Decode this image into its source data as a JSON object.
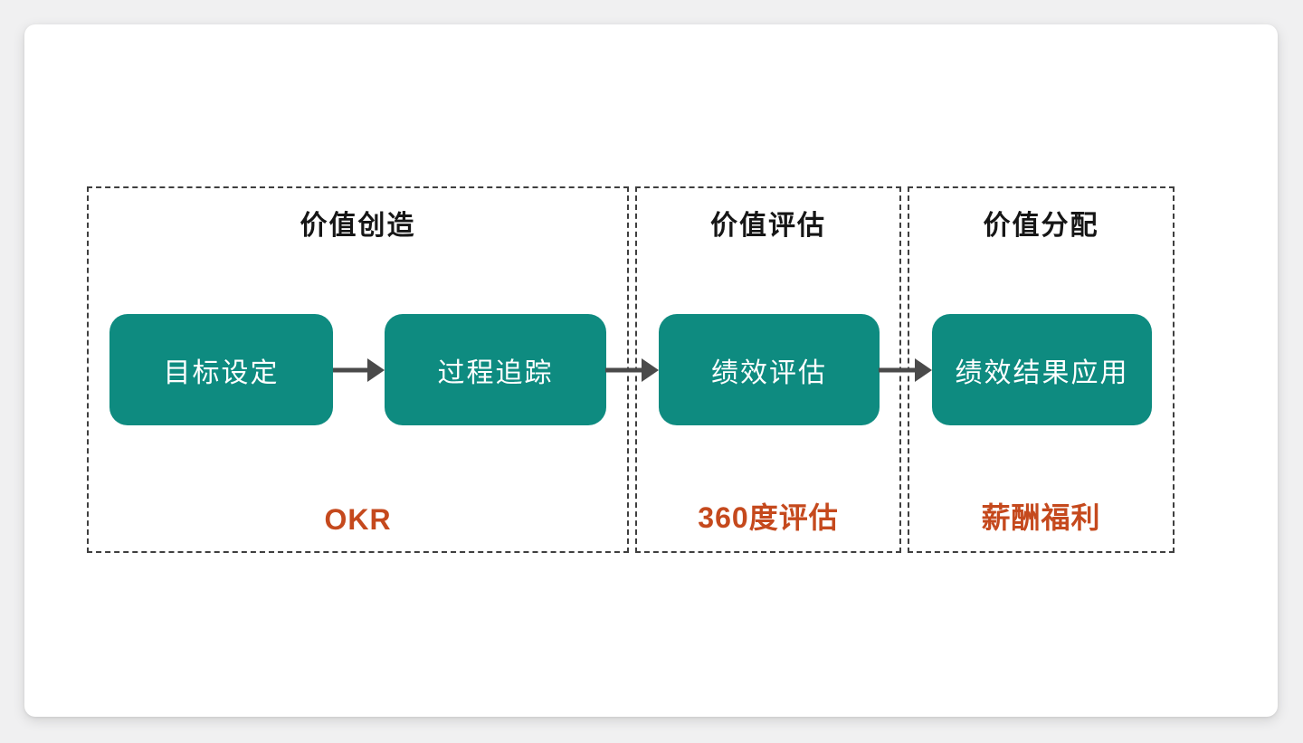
{
  "page": {
    "background_color": "#f0f0f1",
    "card_color": "#ffffff"
  },
  "colors": {
    "step_box_fill": "#0e8b80",
    "step_box_text": "#ffffff",
    "tool_label_text": "#c5491d",
    "section_title_text": "#161616",
    "arrow": "#4a4a4a",
    "dashed_border": "#3f3f3f"
  },
  "diagram": {
    "sections": [
      {
        "title": "价值创造",
        "tool_label": "OKR",
        "steps": [
          {
            "label": "目标设定"
          },
          {
            "label": "过程追踪"
          }
        ]
      },
      {
        "title": "价值评估",
        "tool_label": "360度评估",
        "steps": [
          {
            "label": "绩效评估"
          }
        ]
      },
      {
        "title": "价值分配",
        "tool_label": "薪酬福利",
        "steps": [
          {
            "label": "绩效结果应用"
          }
        ]
      }
    ],
    "arrows": [
      {
        "from": "目标设定",
        "to": "过程追踪"
      },
      {
        "from": "过程追踪",
        "to": "绩效评估"
      },
      {
        "from": "绩效评估",
        "to": "绩效结果应用"
      }
    ]
  }
}
